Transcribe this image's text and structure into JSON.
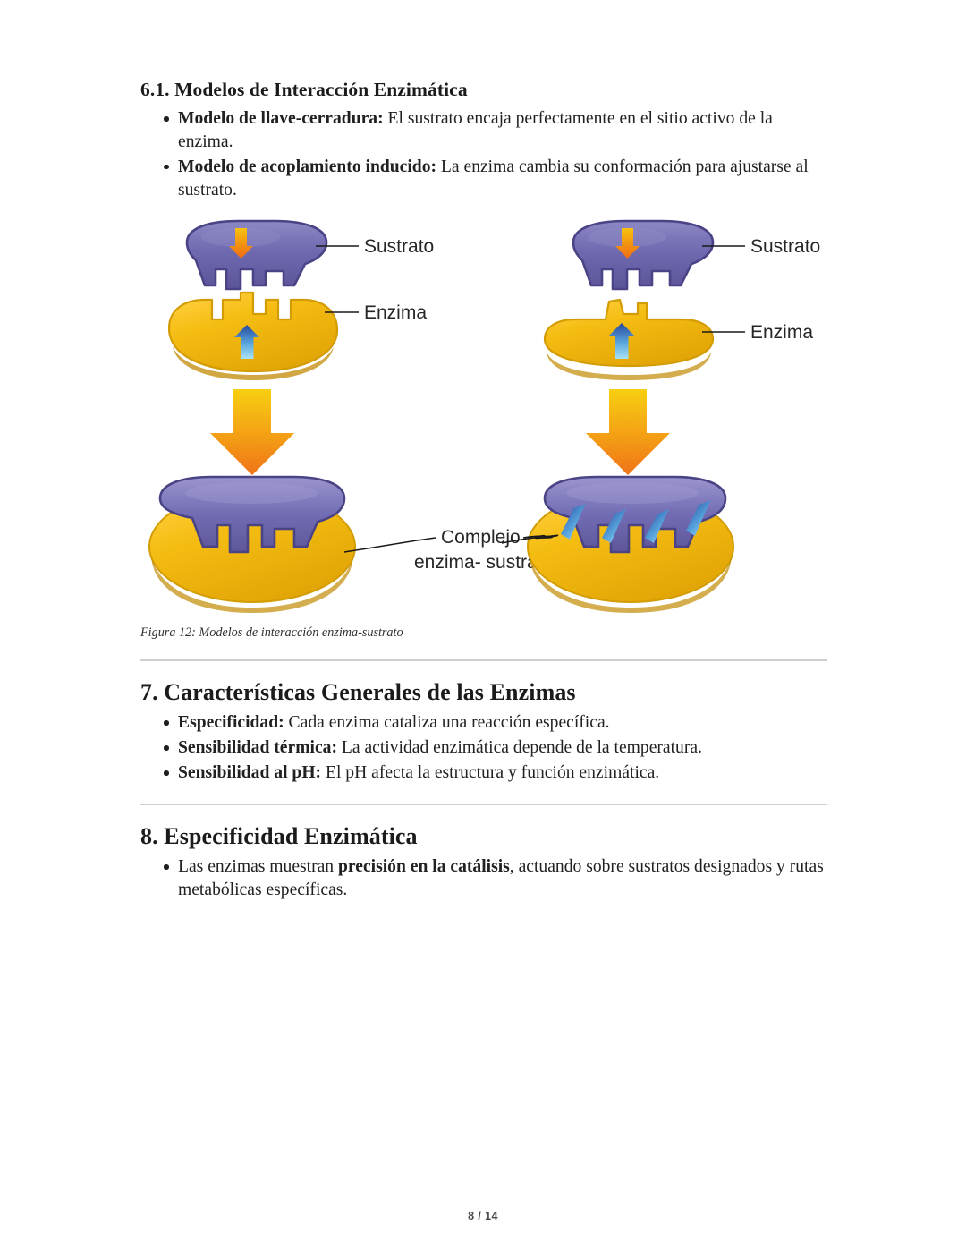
{
  "document": {
    "page_label": "8 / 14"
  },
  "section_61": {
    "heading": "6.1. Modelos de Interacción Enzimática",
    "bullets": [
      {
        "term": "Modelo de llave-cerradura:",
        "text": " El sustrato encaja perfectamente en el sitio activo de la enzima."
      },
      {
        "term": "Modelo de acoplamiento inducido:",
        "text": " La enzima cambia su conformación para ajustarse al sustrato."
      }
    ]
  },
  "figure": {
    "caption": "Figura 12: Modelos de interacción enzima-sustrato",
    "labels": {
      "substrate_left": "Sustrato",
      "enzyme_left": "Enzima",
      "substrate_right": "Sustrato",
      "enzyme_right": "Enzima",
      "complex_line1": "Complejo",
      "complex_line2": "enzima- sustrato"
    },
    "colors": {
      "substrate_purple": "#6f69b0",
      "substrate_purple_dark": "#4a4385",
      "enzyme_yellow": "#f0b810",
      "enzyme_yellow_dark": "#d39c05",
      "arrow_orange": "#f07d18",
      "arrow_yellow": "#f5c40d",
      "arrow_blue_dark": "#2b4fa8",
      "arrow_blue_light": "#92daf2",
      "leader_line": "#1a1a1a"
    }
  },
  "section_7": {
    "heading": "7. Características Generales de las Enzimas",
    "bullets": [
      {
        "term": "Especificidad:",
        "text": " Cada enzima cataliza una reacción específica."
      },
      {
        "term": "Sensibilidad térmica:",
        "text": " La actividad enzimática depende de la temperatura."
      },
      {
        "term": "Sensibilidad al pH:",
        "text": " El pH afecta la estructura y función enzimática."
      }
    ]
  },
  "section_8": {
    "heading": "8. Especificidad Enzimática",
    "bullets": [
      {
        "prefix": "Las enzimas muestran ",
        "bold": "precisión en la catálisis",
        "suffix": ", actuando sobre sustratos designados y rutas metabólicas específicas."
      }
    ]
  }
}
